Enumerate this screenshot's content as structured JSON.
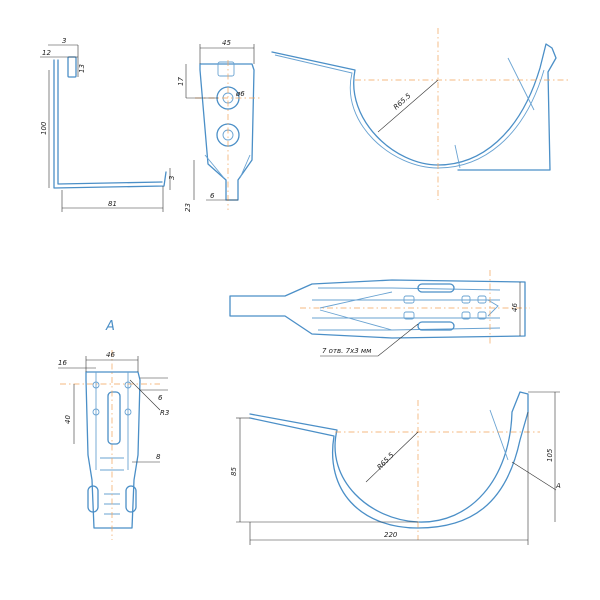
{
  "view_label": "A",
  "colors": {
    "part": "#4b8fc7",
    "dimension": "#333333",
    "axis": "#f2a45a"
  },
  "side_view": {
    "dims": {
      "d3": "3",
      "d12": "12",
      "d13": "13",
      "d100": "100",
      "d81": "81",
      "d3_right": "3"
    }
  },
  "front_view": {
    "dims": {
      "d45": "45",
      "d17": "17",
      "d6": "6",
      "dia6": "ø6",
      "d23": "23"
    }
  },
  "top_arc_view": {
    "dims": {
      "radius": "R65.5"
    }
  },
  "top_plan_view": {
    "dims": {
      "d46": "46",
      "slots_note": "7 отв. 7х3 мм"
    }
  },
  "detail_a_view": {
    "dims": {
      "d46": "46",
      "d16": "16",
      "d6": "6",
      "r3": "R3",
      "d40": "40",
      "d8": "8"
    }
  },
  "bottom_arc_view": {
    "dims": {
      "radius": "R65.5",
      "d85": "85",
      "d105": "105",
      "d220": "220",
      "callout": "A"
    }
  }
}
